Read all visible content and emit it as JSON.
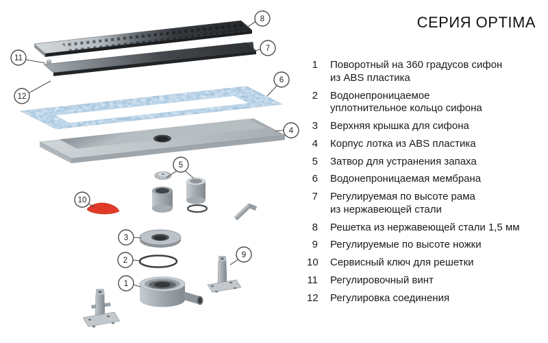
{
  "title": "СЕРИЯ OPTIMA",
  "parts": [
    {
      "num": "1",
      "label": "Поворотный на 360 градусов сифон\nиз ABS пластика"
    },
    {
      "num": "2",
      "label": "Водонепроницаемое\nуплотнительное кольцо сифона"
    },
    {
      "num": "3",
      "label": "Верхняя крышка для сифона"
    },
    {
      "num": "4",
      "label": "Корпус лотка из ABS пластика"
    },
    {
      "num": "5",
      "label": "Затвор для устранения запаха"
    },
    {
      "num": "6",
      "label": "Водонепроницаемая мембрана"
    },
    {
      "num": "7",
      "label": "Регулируемая по высоте рама\nиз нержавеющей стали"
    },
    {
      "num": "8",
      "label": "Решетка из нержавеющей стали 1,5 мм"
    },
    {
      "num": "9",
      "label": "Регулируемые по высоте ножки"
    },
    {
      "num": "10",
      "label": "Сервисный ключ для решетки"
    },
    {
      "num": "11",
      "label": "Регулировочный винт"
    },
    {
      "num": "12",
      "label": "Регулировка соединения"
    }
  ],
  "callouts": [
    "8",
    "7",
    "11",
    "12",
    "6",
    "4",
    "5",
    "10",
    "3",
    "2",
    "9",
    "1"
  ],
  "colors": {
    "membrane_blue": "#7FB2D4",
    "service_key_red": "#E23A28",
    "steel_light": "#C9CED2",
    "steel_dark": "#2C2F32",
    "text": "#1A1A1A"
  }
}
